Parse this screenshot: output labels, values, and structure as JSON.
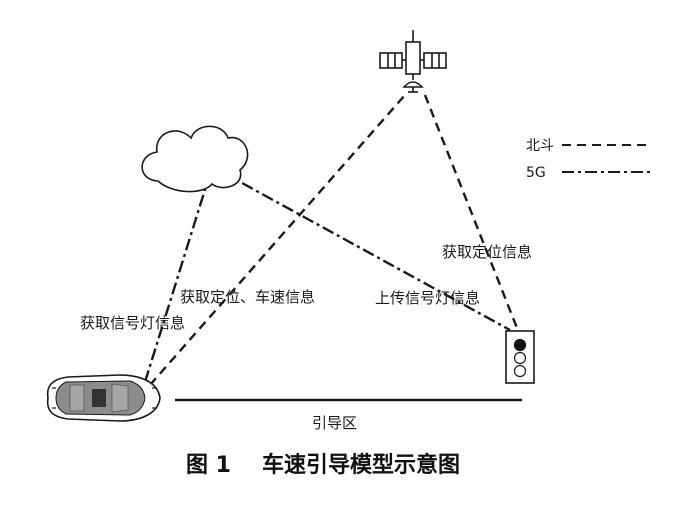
{
  "legend": {
    "beidou_label": "北斗",
    "fiveg_label": "5G"
  },
  "labels": {
    "get_location_right": "获取定位信息",
    "get_location_speed": "获取定位、车速信息",
    "upload_signal": "上传信号灯信息",
    "get_signal": "获取信号灯信息",
    "guidance_zone": "引导区"
  },
  "caption": {
    "figure_number": "图 1",
    "title": "车速引导模型示意图"
  },
  "colors": {
    "line": "#1a1a1a",
    "car_body": "#8c8c8c",
    "car_window": "#333333"
  },
  "icons": {
    "satellite": "satellite-icon",
    "cloud": "cloud-icon",
    "traffic_light": "traffic-light-icon",
    "car": "car-icon"
  }
}
